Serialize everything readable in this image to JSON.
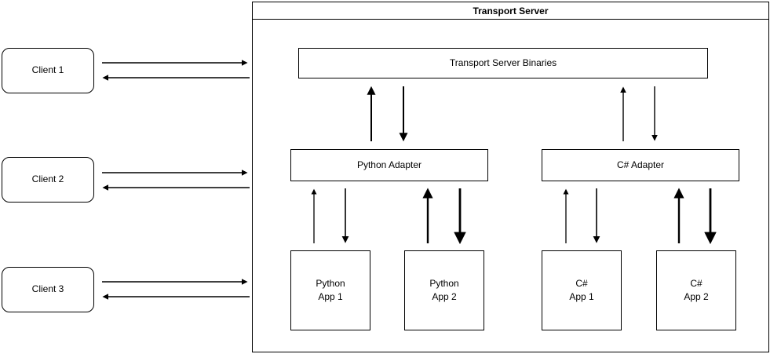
{
  "diagram": {
    "title": "Transport Server",
    "colors": {
      "line": "#000000",
      "box_fill": "#ffffff",
      "background": "#ffffff",
      "text": "#000000"
    },
    "clients": [
      {
        "label": "Client 1"
      },
      {
        "label": "Client 2"
      },
      {
        "label": "Client 3"
      }
    ],
    "binaries": {
      "label": "Transport Server Binaries"
    },
    "adapters": [
      {
        "label": "Python Adapter"
      },
      {
        "label": "C# Adapter"
      }
    ],
    "apps": [
      {
        "line1": "Python",
        "line2": "App 1"
      },
      {
        "line1": "Python",
        "line2": "App 2"
      },
      {
        "line1": "C#",
        "line2": "App 1"
      },
      {
        "line1": "C#",
        "line2": "App 2"
      }
    ],
    "edges": [
      {
        "from": "Client 1",
        "to": "Transport Server",
        "type": "bidirectional"
      },
      {
        "from": "Client 2",
        "to": "Transport Server",
        "type": "bidirectional"
      },
      {
        "from": "Client 3",
        "to": "Transport Server",
        "type": "bidirectional"
      },
      {
        "from": "Python Adapter",
        "to": "Transport Server Binaries",
        "type": "bidirectional"
      },
      {
        "from": "C# Adapter",
        "to": "Transport Server Binaries",
        "type": "bidirectional"
      },
      {
        "from": "Python App 1",
        "to": "Python Adapter",
        "type": "bidirectional"
      },
      {
        "from": "Python App 2",
        "to": "Python Adapter",
        "type": "bidirectional"
      },
      {
        "from": "C# App 1",
        "to": "C# Adapter",
        "type": "bidirectional"
      },
      {
        "from": "C# App 2",
        "to": "C# Adapter",
        "type": "bidirectional"
      }
    ]
  }
}
